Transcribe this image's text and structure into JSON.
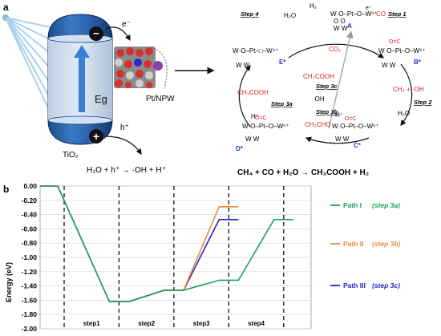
{
  "panel_a": {
    "label": "a",
    "semiconductor": "TiO₂",
    "bandgap": "Eg",
    "cb_sign": "−",
    "vb_sign": "+",
    "electron": "e⁻",
    "hole": "h⁺",
    "cocatalyst": "Pt/NPW",
    "hole_reaction": "H₂O + h⁺ → ·OH + H⁺",
    "overall_reaction": "CH₄ + CO + H₂O → CH₃COOH + H₂",
    "cycle": {
      "step1": "Step 1",
      "step2": "Step 2",
      "step3a": "Step 3a",
      "step3b": "Step 3b",
      "step3c": "Step 3c",
      "step4": "Step 4",
      "A": "A",
      "B": "B*",
      "C": "C*",
      "D": "D*",
      "E": "E*",
      "co": "CO",
      "e": "e⁻",
      "ch4_oh": "CH₄ + ·OH",
      "h2o": "H₂O",
      "h2": "H₂",
      "h2o_top": "H₂O",
      "co2": "CO₂",
      "ch3cooh_center": "CH₃COOH",
      "oh_center": "·OH",
      "ch3cooh_left": "CH₃COOH",
      "ch3cho": "CH₃CHO",
      "hplus_right": "H⁺",
      "hplus_left": "H⁺",
      "cluster_A": "W·O–Pt–O–W⁶⁺",
      "cluster_B": "W·O–Pt–O–W⁶⁺",
      "cluster_C": "W·O–Pt–O–W⁶⁺",
      "cluster_D": "W·O–Pt–O–W⁶⁺",
      "cluster_E": "W·O–Pt–□–W⁴⁺",
      "w_sub": "W    W",
      "o_sub": "O    O",
      "co_adsorbate": "O=C",
      "acyl_adsorbate": "O=C"
    }
  },
  "panel_b": {
    "label": "b",
    "ylabel": "Energy (eV)"
  },
  "chart_data": {
    "type": "line",
    "ylabel": "Energy (eV)",
    "ylim": [
      -2.0,
      0.0
    ],
    "yticks": [
      0.0,
      -0.2,
      -0.4,
      -0.6,
      -0.8,
      -1.0,
      -1.2,
      -1.4,
      -1.6,
      -1.8,
      -2.0
    ],
    "ytick_labels": [
      "0.00",
      "-0.20",
      "-0.40",
      "-0.60",
      "-0.80",
      "-1.00",
      "-1.20",
      "-1.40",
      "-1.60",
      "-1.80",
      "-2.00"
    ],
    "categories": [
      "step1",
      "step2",
      "step3",
      "step4"
    ],
    "grid": true,
    "legend_position": "right",
    "series": [
      {
        "name": "Path I",
        "label_suffix": "(step 3a)",
        "color": "#1aa163",
        "states": [
          0.0,
          -1.62,
          -1.46,
          -1.32,
          -0.47
        ]
      },
      {
        "name": "Path II",
        "label_suffix": "(step 3b)",
        "color": "#f08a3c",
        "states": [
          0.0,
          -1.62,
          -1.46,
          -0.29
        ]
      },
      {
        "name": "Path III",
        "label_suffix": "(step 3c)",
        "color": "#2424c8",
        "states": [
          0.0,
          -1.62,
          -1.46,
          -0.47
        ]
      }
    ]
  }
}
